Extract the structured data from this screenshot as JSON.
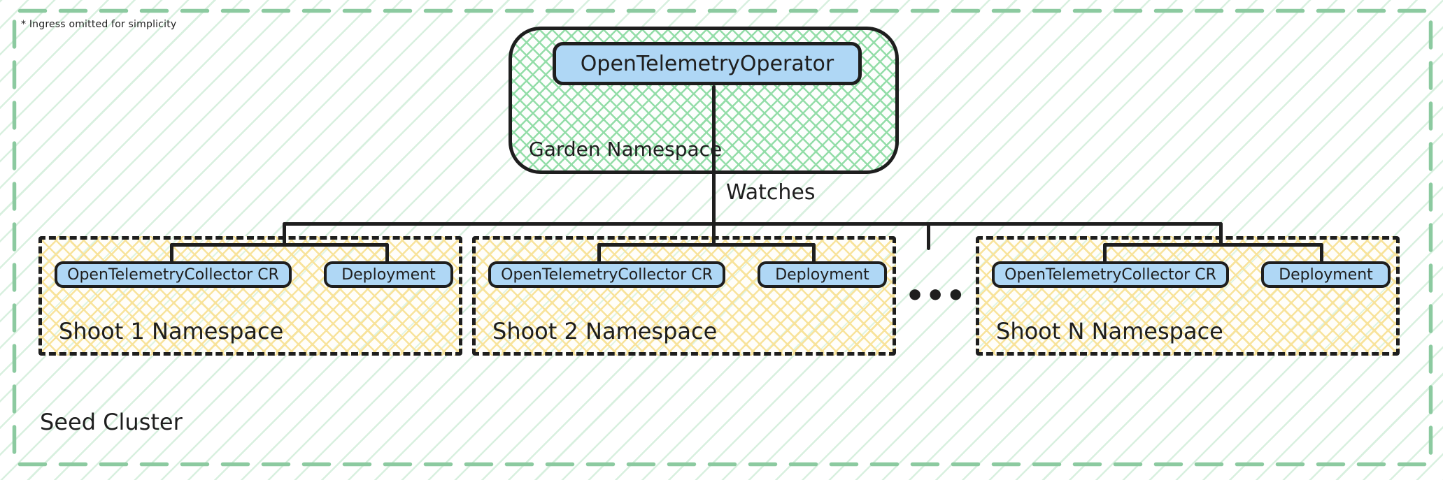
{
  "note": "* Ingress omitted for simplicity",
  "garden": {
    "label": "Garden Namespace",
    "operator_label": "OpenTelemetryOperator"
  },
  "watches_label": "Watches",
  "shoots": [
    {
      "label": "Shoot 1 Namespace",
      "collector": "OpenTelemetryCollector CR",
      "deployment": "Deployment"
    },
    {
      "label": "Shoot 2 Namespace",
      "collector": "OpenTelemetryCollector CR",
      "deployment": "Deployment"
    },
    {
      "label": "Shoot N Namespace",
      "collector": "OpenTelemetryCollector CR",
      "deployment": "Deployment"
    }
  ],
  "ellipsis": "•••",
  "seed_cluster_label": "Seed Cluster",
  "colors": {
    "ink": "#1e1e1e",
    "blue_fill": "#afd7f5",
    "garden_hatch": "#93dda8",
    "yellow_hatch": "#f8e39b",
    "page_hatch": "#d8f0df",
    "outer_border": "#8ccaa0"
  }
}
